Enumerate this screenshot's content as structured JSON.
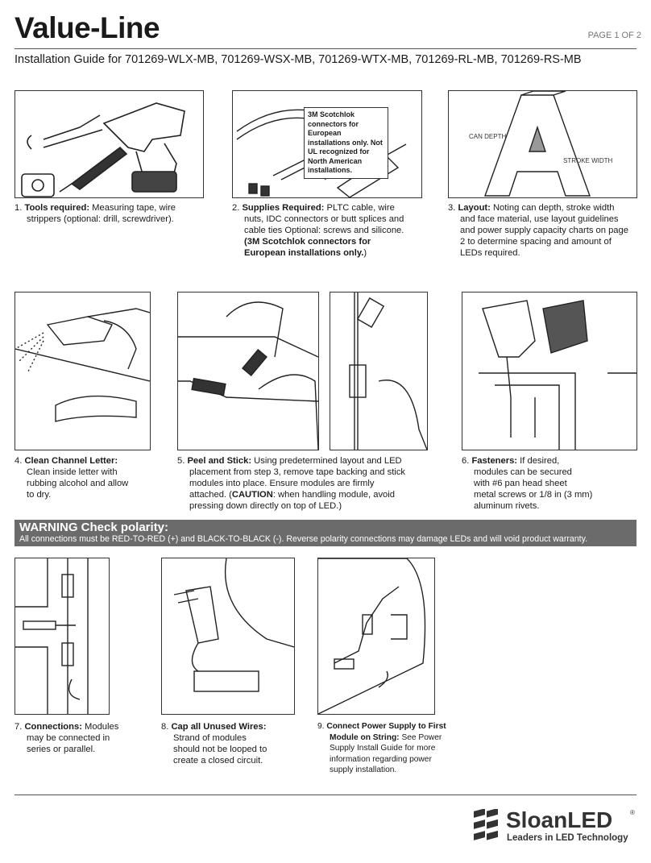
{
  "header": {
    "title": "Value-Line",
    "page": "PAGE 1 OF 2",
    "subtitle": "Installation Guide for  701269-WLX-MB, 701269-WSX-MB, 701269-WTX-MB, 701269-RL-MB, 701269-RS-MB"
  },
  "steps": {
    "s1": {
      "num": "1.",
      "head": "Tools required:",
      "text": "Measuring tape, wire",
      "text2": "strippers (optional: drill, screwdriver)."
    },
    "s2": {
      "num": "2.",
      "head": "Supplies Required:",
      "text": "PLTC cable, wire",
      "l2": "nuts, IDC connectors or butt splices and",
      "l3": "cable ties Optional: screws and silicone.",
      "l4": "(3M Scotchlok connectors for",
      "l5": "European installations only.",
      "l5b": ")"
    },
    "s2_note": "3M Scotchlok connectors for European installations only. Not UL recognized for North American installations.",
    "s3": {
      "num": "3.",
      "head": "Layout:",
      "text": "Noting can depth, stroke width",
      "l2": "and face material, use layout guidelines",
      "l3": "and power supply capacity charts on page",
      "l4": "2 to determine spacing and amount of",
      "l5": "LEDs required."
    },
    "s3_labels": {
      "can_depth": "CAN DEPTH",
      "stroke_width": "STROKE WIDTH"
    },
    "s4": {
      "num": "4.",
      "head": "Clean Channel Letter:",
      "l2": "Clean inside letter with",
      "l3": "rubbing alcohol and allow",
      "l4": "to dry."
    },
    "s5": {
      "num": "5.",
      "head": "Peel and Stick:",
      "text": "Using predetermined layout and LED",
      "l2": "placement from step 3, remove tape backing and stick",
      "l3": "modules into place.  Ensure modules are firmly",
      "l4a": "attached. (",
      "l4b": "CAUTION",
      "l4c": ": when handling module, avoid",
      "l5": "pressing down directly on top of LED.)"
    },
    "s6": {
      "num": "6.",
      "head": "Fasteners:",
      "text": "If desired,",
      "l2": "modules can be secured",
      "l3": "with #6 pan head sheet",
      "l4": "metal screws or 1/8 in (3 mm)",
      "l5": "aluminum rivets."
    },
    "s7": {
      "num": "7.",
      "head": "Connections:",
      "text": "Modules",
      "l2": "may be connected in",
      "l3": "series or parallel."
    },
    "s8": {
      "num": "8.",
      "head": "Cap all Unused Wires:",
      "l2": "Strand of modules",
      "l3": "should not be looped to",
      "l4": "create a closed circuit."
    },
    "s9": {
      "num": "9.",
      "head": "Connect Power Supply to First",
      "head2": "Module on String:",
      "text": "See Power",
      "l3": "Supply Install Guide for more",
      "l4": "information regarding power",
      "l5": "supply installation."
    }
  },
  "warning": {
    "title": "WARNING Check polarity:",
    "text": "All connections must be RED-TO-RED (+) and BLACK-TO-BLACK (-). Reverse polarity connections may damage LEDs and will void product warranty."
  },
  "footer": {
    "brand": "SloanLED",
    "reg": "®",
    "tagline": "Leaders in LED Technology"
  }
}
